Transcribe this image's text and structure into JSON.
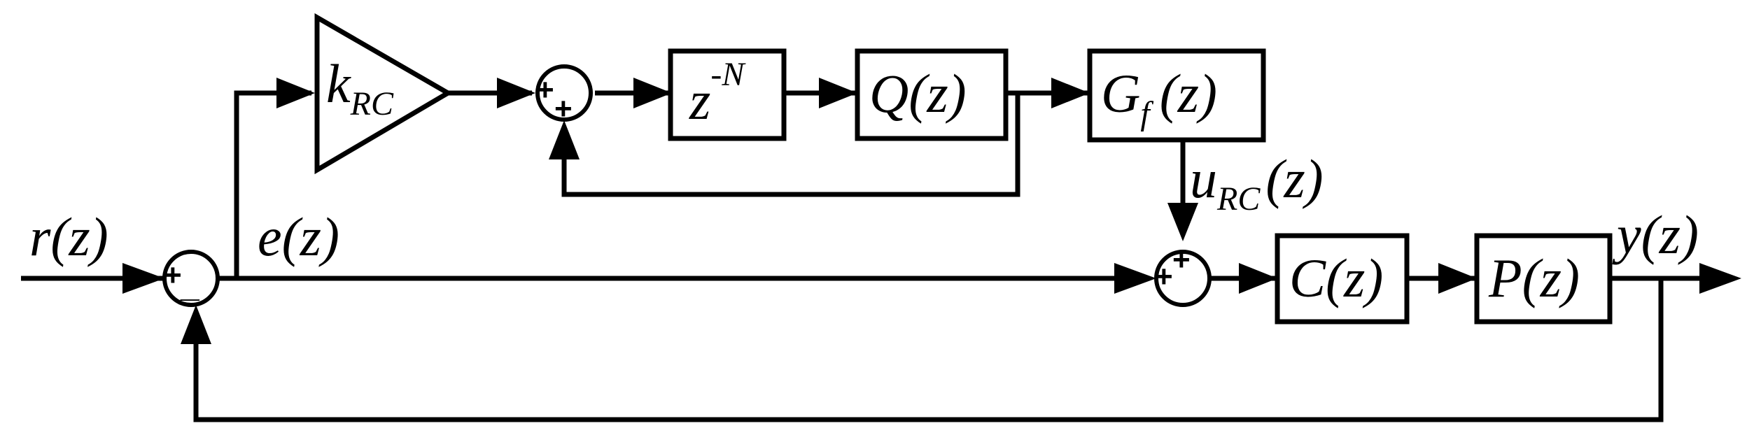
{
  "signals": {
    "r": "r",
    "e": "e",
    "u_main": "u",
    "u_sub": "RC",
    "y": "y",
    "arg": "(z)"
  },
  "gain": {
    "k": "k",
    "sub": "RC"
  },
  "blocks": {
    "delay": {
      "base": "z",
      "sup": "-N"
    },
    "q": {
      "name": "Q",
      "arg": "(z)"
    },
    "gf": {
      "name": "G",
      "sub": "f",
      "arg": "(z)"
    },
    "c": {
      "name": "C",
      "arg": "(z)"
    },
    "p": {
      "name": "P",
      "arg": "(z)"
    }
  },
  "signs": {
    "sum1_top": "+",
    "sum1_bottom": "_",
    "sum2_top": "+",
    "sum2_bottom": "+",
    "sum3_top": "+",
    "sum3_left": "+"
  }
}
